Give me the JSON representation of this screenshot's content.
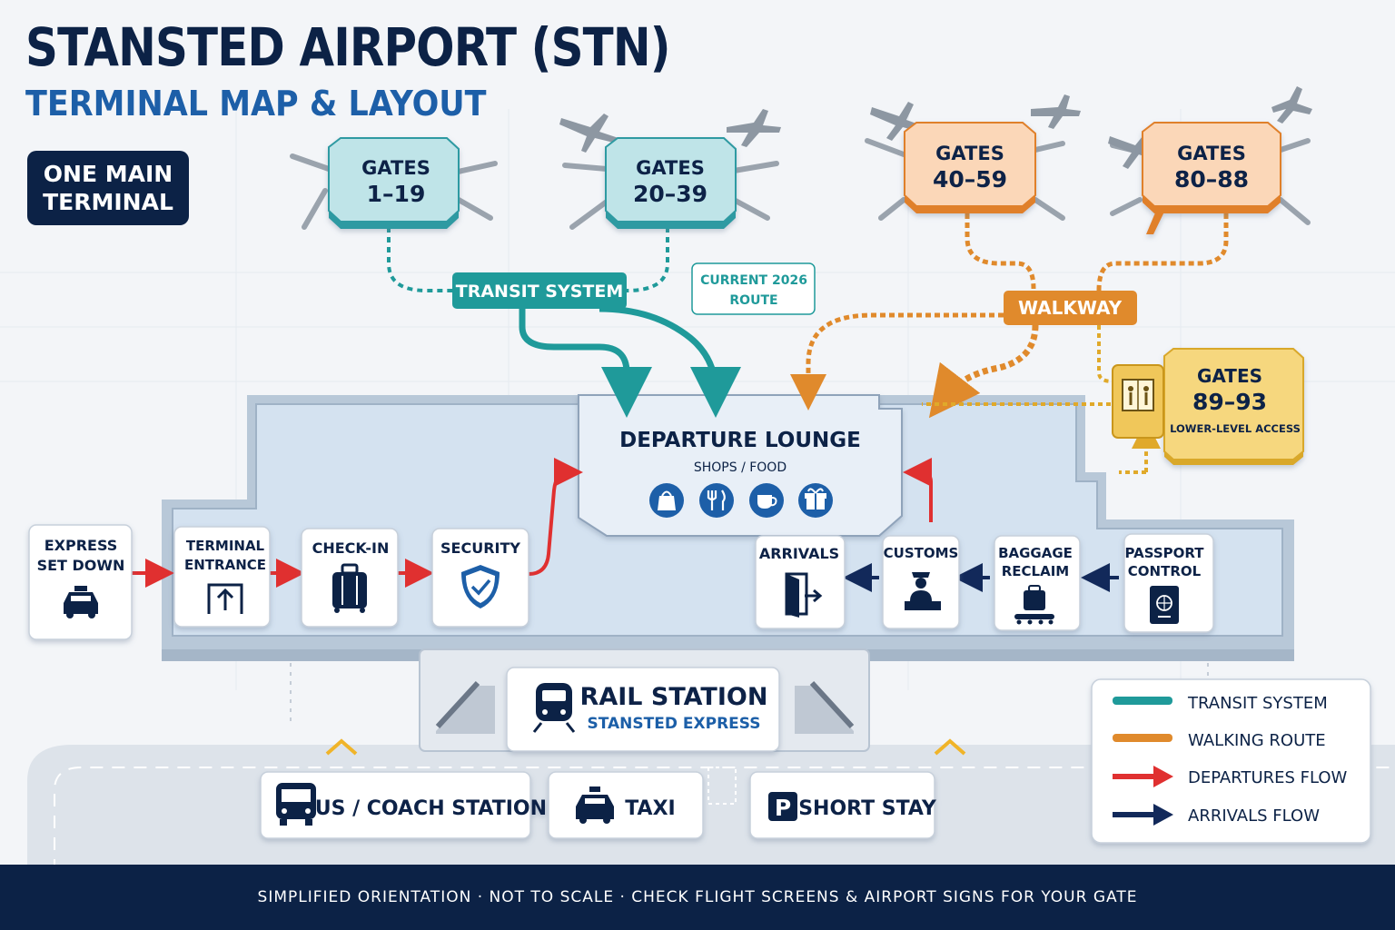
{
  "header": {
    "title": "STANSTED AIRPORT (STN)",
    "subtitle": "TERMINAL MAP & LAYOUT",
    "badge": "ONE MAIN TERMINAL"
  },
  "gates": [
    {
      "id": "g1",
      "title": "GATES",
      "range": "1–19",
      "group": "transit",
      "color": "#bfe4e8",
      "edge": "#2f9aa2"
    },
    {
      "id": "g2",
      "title": "GATES",
      "range": "20–39",
      "group": "transit",
      "color": "#bfe4e8",
      "edge": "#2f9aa2"
    },
    {
      "id": "g3",
      "title": "GATES",
      "range": "40–59",
      "group": "walkway",
      "color": "#fbd7b8",
      "edge": "#e0802a"
    },
    {
      "id": "g4",
      "title": "GATES",
      "range": "80–88",
      "group": "walkway",
      "color": "#fbd7b8",
      "edge": "#e0802a"
    },
    {
      "id": "g5",
      "title": "GATES",
      "range": "89–93",
      "note": "LOWER-LEVEL ACCESS",
      "group": "lower",
      "color": "#f6d77e",
      "edge": "#d9a82c"
    }
  ],
  "connectors": {
    "transit": "TRANSIT SYSTEM",
    "walkway": "WALKWAY",
    "current_route": "CURRENT 2026 ROUTE"
  },
  "lounge": {
    "title": "DEPARTURE LOUNGE",
    "subtitle": "SHOPS / FOOD",
    "icons": [
      "shopping-bag-icon",
      "cutlery-icon",
      "coffee-cup-icon",
      "gift-icon"
    ]
  },
  "departures_flow": [
    {
      "id": "express",
      "label": "EXPRESS SET DOWN",
      "icon": "taxi-icon"
    },
    {
      "id": "entrance",
      "label": "TERMINAL ENTRANCE",
      "icon": "entrance-arrow-icon"
    },
    {
      "id": "checkin",
      "label": "CHECK-IN",
      "icon": "luggage-icon"
    },
    {
      "id": "security",
      "label": "SECURITY",
      "icon": "shield-check-icon"
    }
  ],
  "arrivals_flow": [
    {
      "id": "arrivals",
      "label": "ARRIVALS",
      "icon": "exit-door-icon"
    },
    {
      "id": "customs",
      "label": "CUSTOMS",
      "icon": "customs-officer-icon"
    },
    {
      "id": "baggage",
      "label": "BAGGAGE RECLAIM",
      "icon": "baggage-carousel-icon"
    },
    {
      "id": "passport",
      "label": "PASSPORT CONTROL",
      "icon": "passport-icon"
    }
  ],
  "rail": {
    "title": "RAIL STATION",
    "subtitle": "STANSTED EXPRESS",
    "icon": "train-icon"
  },
  "ground": [
    {
      "id": "bus",
      "label": "BUS / COACH STATION",
      "icon": "bus-icon"
    },
    {
      "id": "taxi",
      "label": "TAXI",
      "icon": "taxi-icon"
    },
    {
      "id": "parking",
      "label": "SHORT STAY",
      "icon": "parking-icon"
    }
  ],
  "legend": [
    {
      "label": "TRANSIT SYSTEM",
      "color": "#1f9a9a",
      "kind": "line"
    },
    {
      "label": "WALKING ROUTE",
      "color": "#e08a2c",
      "kind": "line"
    },
    {
      "label": "DEPARTURES FLOW",
      "color": "#e03030",
      "kind": "arrow"
    },
    {
      "label": "ARRIVALS FLOW",
      "color": "#12295a",
      "kind": "arrow"
    }
  ],
  "colors": {
    "navy": "#0c2246",
    "blue": "#1d5fa8",
    "transit": "#1f9a9a",
    "walk": "#e08a2c",
    "departures": "#e03030",
    "arrivals": "#12295a",
    "floor": "#d4e2f0"
  },
  "footer": "SIMPLIFIED ORIENTATION · NOT TO SCALE · CHECK FLIGHT SCREENS & AIRPORT SIGNS FOR YOUR GATE"
}
